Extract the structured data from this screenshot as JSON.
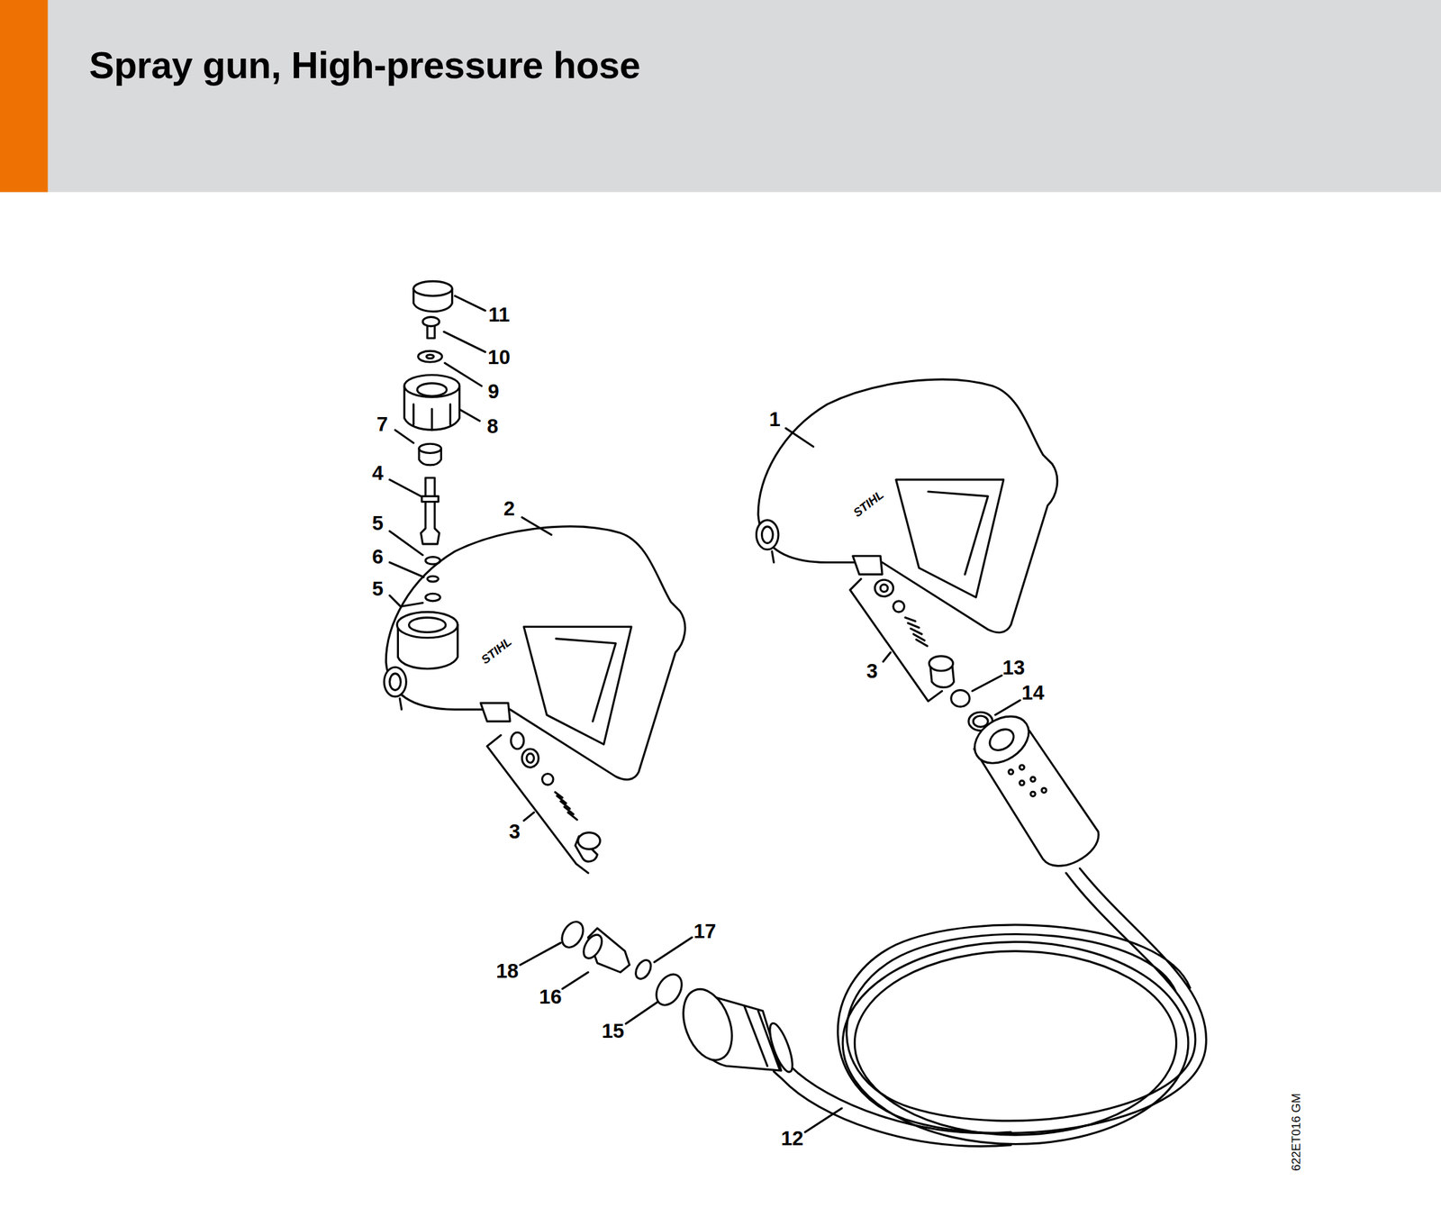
{
  "diagram": {
    "title": "Spray gun, High-pressure hose",
    "labels": [
      "11",
      "10",
      "9",
      "8",
      "7",
      "1",
      "4",
      "2",
      "5",
      "6",
      "5",
      "3",
      "13",
      "14",
      "3",
      "17",
      "18",
      "16",
      "15",
      "12",
      "STIHL",
      "STIHL",
      "622ET016 GM"
    ]
  }
}
